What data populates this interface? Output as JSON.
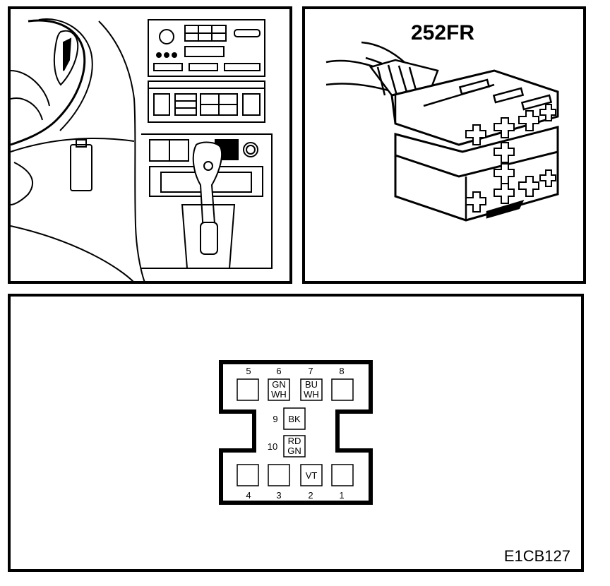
{
  "connector": {
    "title": "252FR",
    "pins": [
      {
        "number": "1",
        "wire": []
      },
      {
        "number": "2",
        "wire": [
          "VT"
        ]
      },
      {
        "number": "3",
        "wire": []
      },
      {
        "number": "4",
        "wire": []
      },
      {
        "number": "5",
        "wire": []
      },
      {
        "number": "6",
        "wire": [
          "GN",
          "WH"
        ]
      },
      {
        "number": "7",
        "wire": [
          "BU",
          "WH"
        ]
      },
      {
        "number": "8",
        "wire": []
      },
      {
        "number": "9",
        "wire": [
          "BK"
        ]
      },
      {
        "number": "10",
        "wire": [
          "RD",
          "GN"
        ]
      }
    ]
  },
  "figure_id": "E1CB127"
}
